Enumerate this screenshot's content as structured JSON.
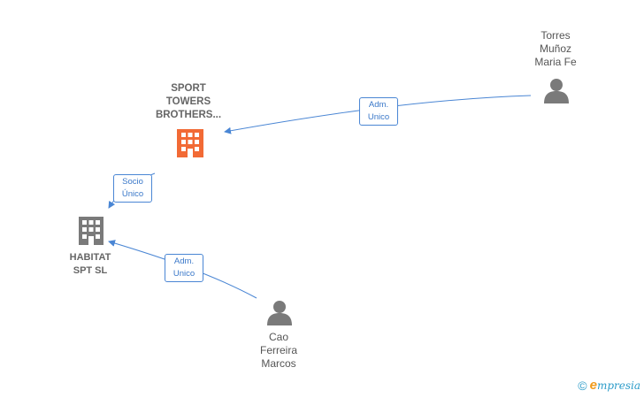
{
  "nodes": {
    "sport_towers": {
      "label": "SPORT\nTOWERS\nBROTHERS...",
      "type": "company",
      "color": "#f26a35"
    },
    "habitat": {
      "label": "HABITAT\nSPT  SL",
      "type": "company",
      "color": "#7a7a7a"
    },
    "torres": {
      "label": "Torres\nMuñoz\nMaria Fe",
      "type": "person",
      "color": "#7a7a7a"
    },
    "cao": {
      "label": "Cao\nFerreira\nMarcos",
      "type": "person",
      "color": "#7a7a7a"
    }
  },
  "edges": [
    {
      "from": "torres",
      "to": "sport_towers",
      "line1": "Adm.",
      "line2": "Unico"
    },
    {
      "from": "sport_towers",
      "to": "habitat",
      "line1": "Socio",
      "line2": "Único"
    },
    {
      "from": "cao",
      "to": "habitat",
      "line1": "Adm.",
      "line2": "Unico"
    }
  ],
  "colors": {
    "edge": "#4a86d4",
    "accent": "#f26a35"
  },
  "brand": {
    "copyright": "©",
    "initial": "e",
    "name": "mpresia"
  }
}
